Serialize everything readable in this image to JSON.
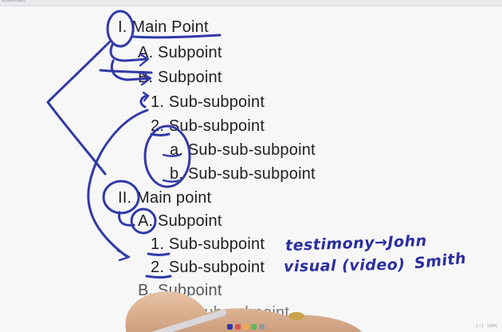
{
  "window": {
    "title": "whiteboard"
  },
  "outline": {
    "l1": "I. Main Point",
    "l2": "A. Subpoint",
    "l3": "B. Subpoint",
    "l4": "1. Sub-subpoint",
    "l5": "2. Sub-subpoint",
    "l6": "a. Sub-sub-subpoint",
    "l7": "b. Sub-sub-subpoint",
    "l8": "II. Main point",
    "l9": "A. Subpoint",
    "l10": "1. Sub-subpoint",
    "l11": "2. Sub-subpoint",
    "l12": "B. Subpoint",
    "l13": "1. Sub-subpoint"
  },
  "handwriting": {
    "note1": "testimony→John",
    "note2": "visual (video)",
    "note3": "Smith"
  },
  "statusbar": {
    "zoom": "100%",
    "page": "1 / 1"
  },
  "colors": {
    "ink": "#3239a8",
    "text": "#1f1f24",
    "background": "#f7f7f8"
  }
}
